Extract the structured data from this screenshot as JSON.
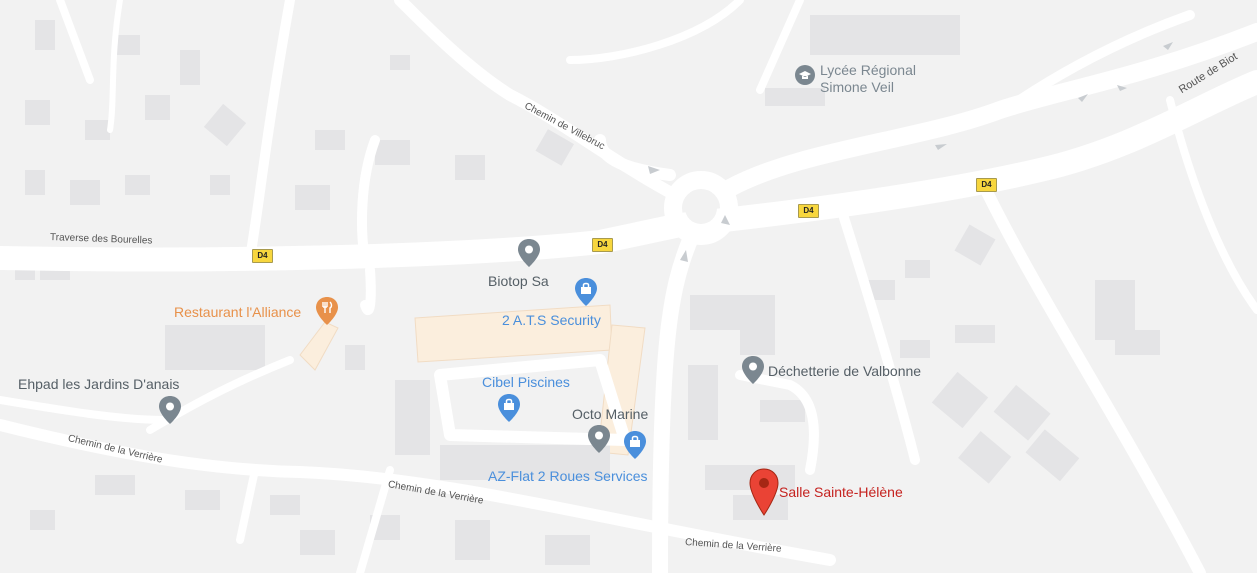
{
  "colors": {
    "land": "#f2f2f2",
    "road": "#ffffff",
    "building": "#e4e4e6",
    "commercial": "#fbeedd",
    "poi_gray": "#7b8790",
    "poi_blue": "#4a8fdc",
    "poi_orange": "#e8914a",
    "poi_dark": "#555f66",
    "target_red": "#c5221f",
    "shield_yellow": "#f7d63e"
  },
  "pois": {
    "lycee": {
      "name": "Lycée Régional\nSimone Veil",
      "icon": "school-icon"
    },
    "biotop": {
      "name": "Biotop Sa",
      "icon": "place-pin-icon"
    },
    "ats": {
      "name": "2 A.T.S Security",
      "icon": "shopping-bag-icon"
    },
    "restaurant": {
      "name": "Restaurant l'Alliance",
      "icon": "restaurant-icon"
    },
    "ehpad": {
      "name": "Ehpad les Jardins D'anais",
      "icon": "place-pin-icon"
    },
    "cibel": {
      "name": "Cibel Piscines",
      "icon": "shopping-bag-icon"
    },
    "octo": {
      "name": "Octo Marine",
      "icon": "place-pin-icon"
    },
    "azflat": {
      "name": "AZ-Flat 2 Roues Services",
      "icon": "shopping-bag-icon"
    },
    "dechetterie": {
      "name": "Déchetterie de Valbonne",
      "icon": "place-pin-icon"
    },
    "salle": {
      "name": "Salle Sainte-Hélène",
      "icon": "red-marker-icon"
    }
  },
  "streets": {
    "villebruc": "Chemin de Villebruc",
    "bourelles": "Traverse des Bourelles",
    "verriere_1": "Chemin de la Verrière",
    "verriere_2": "Chemin de la Verrière",
    "verriere_3": "Chemin de la Verrière",
    "route_biot": "Route de Biot"
  },
  "shields": {
    "d4_1": "D4",
    "d4_2": "D4",
    "d4_3": "D4",
    "d4_4": "D4"
  }
}
